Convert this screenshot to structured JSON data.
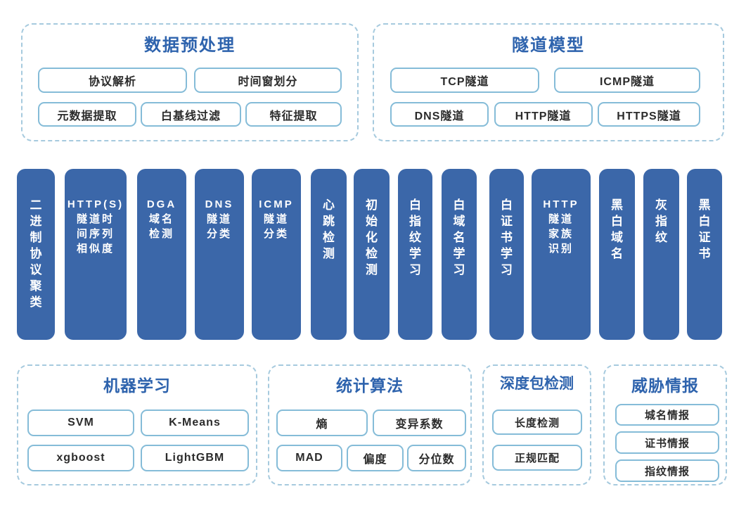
{
  "colors": {
    "bar_blue": "#3b67a9",
    "title_blue": "#2e63ad",
    "chip_border": "#85bcd8",
    "panel_dash_border": "#a6cade",
    "chip_text": "#2b2b2b",
    "bar_text": "#ffffff",
    "background": "#ffffff"
  },
  "panels": {
    "preprocess": {
      "title": "数据预处理",
      "row1": [
        "协议解析",
        "时间窗划分"
      ],
      "row2": [
        "元数据提取",
        "白基线过滤",
        "特征提取"
      ]
    },
    "tunnel": {
      "title": "隧道模型",
      "row1": [
        "TCP隧道",
        "ICMP隧道"
      ],
      "row2": [
        "DNS隧道",
        "HTTP隧道",
        "HTTPS隧道"
      ]
    },
    "ml": {
      "title": "机器学习",
      "row1": [
        "SVM",
        "K-Means"
      ],
      "row2": [
        "xgboost",
        "LightGBM"
      ]
    },
    "stats": {
      "title": "统计算法",
      "row1": [
        "熵",
        "变异系数"
      ],
      "row2": [
        "MAD",
        "偏度",
        "分位数"
      ]
    },
    "dpi": {
      "title": "深度包检测",
      "items": [
        "长度检测",
        "正规匹配"
      ]
    },
    "intel": {
      "title": "威胁情报",
      "items": [
        "城名情报",
        "证书情报",
        "指纹情报"
      ]
    }
  },
  "middle": {
    "bars": [
      {
        "label": "二进制协议聚类",
        "lines": [
          "二",
          "进",
          "制",
          "协",
          "议",
          "聚",
          "类"
        ]
      },
      {
        "label": "HTTP(S)隧道时间序列相似度",
        "lines": [
          "HTTP(S)",
          "隧道时",
          "间序列",
          "相似度"
        ]
      },
      {
        "label": "DGA域名检测",
        "lines": [
          "DGA",
          "域名",
          "检测"
        ]
      },
      {
        "label": "DNS隧道分类",
        "lines": [
          "DNS",
          "隧道",
          "分类"
        ]
      },
      {
        "label": "ICMP隧道分类",
        "lines": [
          "ICMP",
          "隧道",
          "分类"
        ]
      },
      {
        "label": "心跳检测",
        "lines": [
          "心",
          "跳",
          "检",
          "测"
        ]
      },
      {
        "label": "初始化检测",
        "lines": [
          "初",
          "始",
          "化",
          "检",
          "测"
        ]
      },
      {
        "label": "白指纹学习",
        "lines": [
          "白",
          "指",
          "纹",
          "学",
          "习"
        ]
      },
      {
        "label": "白域名学习",
        "lines": [
          "白",
          "域",
          "名",
          "学",
          "习"
        ]
      },
      {
        "label": "白证书学习",
        "lines": [
          "白",
          "证",
          "书",
          "学",
          "习"
        ]
      },
      {
        "label": "HTTP隧道家族识别",
        "lines": [
          "HTTP",
          "隧道",
          "家族",
          "识别"
        ]
      },
      {
        "label": "黑白域名",
        "lines": [
          "黑",
          "白",
          "域",
          "名"
        ]
      },
      {
        "label": "灰指纹",
        "lines": [
          "灰",
          "指",
          "纹"
        ]
      },
      {
        "label": "黑白证书",
        "lines": [
          "黑",
          "白",
          "证",
          "书"
        ]
      }
    ]
  }
}
